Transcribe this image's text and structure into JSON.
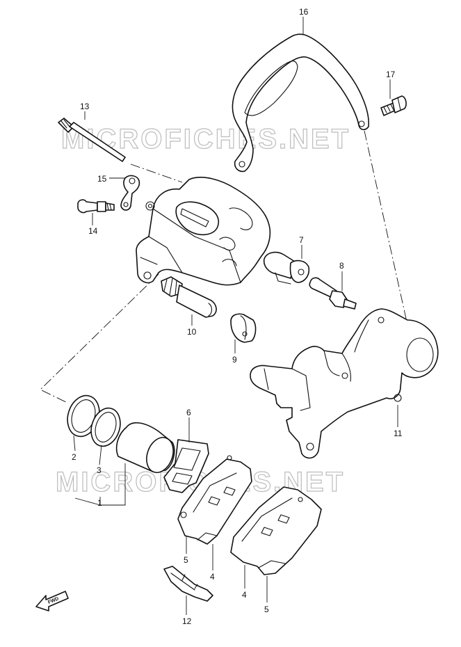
{
  "watermark": {
    "text": "MICROFICHES.NET",
    "color": "#bcbcbc"
  },
  "fwd_label": "FWD",
  "callouts": [
    {
      "id": "c16",
      "label": "16"
    },
    {
      "id": "c17",
      "label": "17"
    },
    {
      "id": "c13",
      "label": "13"
    },
    {
      "id": "c15",
      "label": "15"
    },
    {
      "id": "c14",
      "label": "14"
    },
    {
      "id": "c7",
      "label": "7"
    },
    {
      "id": "c8",
      "label": "8"
    },
    {
      "id": "c10",
      "label": "10"
    },
    {
      "id": "c9",
      "label": "9"
    },
    {
      "id": "c11",
      "label": "11"
    },
    {
      "id": "c6",
      "label": "6"
    },
    {
      "id": "c2",
      "label": "2"
    },
    {
      "id": "c3",
      "label": "3"
    },
    {
      "id": "c1",
      "label": "1"
    },
    {
      "id": "c5a",
      "label": "5"
    },
    {
      "id": "c4a",
      "label": "4"
    },
    {
      "id": "c4b",
      "label": "4"
    },
    {
      "id": "c5b",
      "label": "5"
    },
    {
      "id": "c12",
      "label": "12"
    }
  ]
}
